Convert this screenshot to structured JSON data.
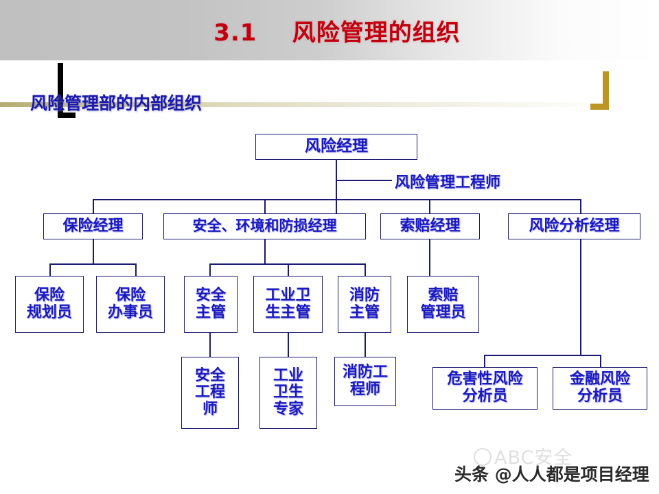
{
  "header": {
    "title": "3.1    风险管理的组织",
    "title_color": "#c00010",
    "band_start_color": "#c0c0c0",
    "band_end_color": "#ffffff"
  },
  "subtitle": {
    "text": "风险管理部的内部组织",
    "color": "#1a19a8",
    "rule_color": "#b5ac70",
    "accent_left_color": "#000000",
    "accent_right_color": "#bd9525"
  },
  "chart_data": {
    "type": "diagram",
    "title": "风险管理部的内部组织",
    "node_border_color": "#1a1a6e",
    "node_text_color": "#1a19c0",
    "levels": [
      {
        "level": 1,
        "nodes": [
          {
            "id": "risk-manager",
            "label": "风险经理"
          }
        ]
      },
      {
        "level": "1b",
        "nodes": [
          {
            "id": "risk-engineer",
            "label": "风险管理工程师",
            "boxed": false
          }
        ]
      },
      {
        "level": 2,
        "nodes": [
          {
            "id": "insurance-manager",
            "label": "保险经理"
          },
          {
            "id": "safety-env-loss-manager",
            "label": "安全、环境和防损经理"
          },
          {
            "id": "claims-manager",
            "label": "索赔经理"
          },
          {
            "id": "risk-analysis-manager",
            "label": "风险分析经理"
          }
        ]
      },
      {
        "level": 3,
        "nodes": [
          {
            "id": "insurance-planner",
            "label": "保险\n规划员"
          },
          {
            "id": "insurance-clerk",
            "label": "保险\n办事员"
          },
          {
            "id": "safety-supervisor",
            "label": "安全\n主管"
          },
          {
            "id": "ind-hygiene-supervisor",
            "label": "工业卫\n生主管"
          },
          {
            "id": "fire-supervisor",
            "label": "消防\n主管"
          },
          {
            "id": "claims-administrator",
            "label": "索赔\n管理员"
          }
        ]
      },
      {
        "level": 4,
        "nodes": [
          {
            "id": "safety-engineer",
            "label": "安全\n工程\n师"
          },
          {
            "id": "ind-hygiene-expert",
            "label": "工业\n卫生\n专家"
          },
          {
            "id": "fire-engineer",
            "label": "消防工\n程师"
          },
          {
            "id": "hazard-risk-analyst",
            "label": "危害性风险\n分析员"
          },
          {
            "id": "financial-risk-analyst",
            "label": "金融风险\n分析员"
          }
        ]
      }
    ]
  },
  "watermark": {
    "background_text": "ABC安全",
    "foreground_text": "头条 @人人都是项目经理"
  }
}
